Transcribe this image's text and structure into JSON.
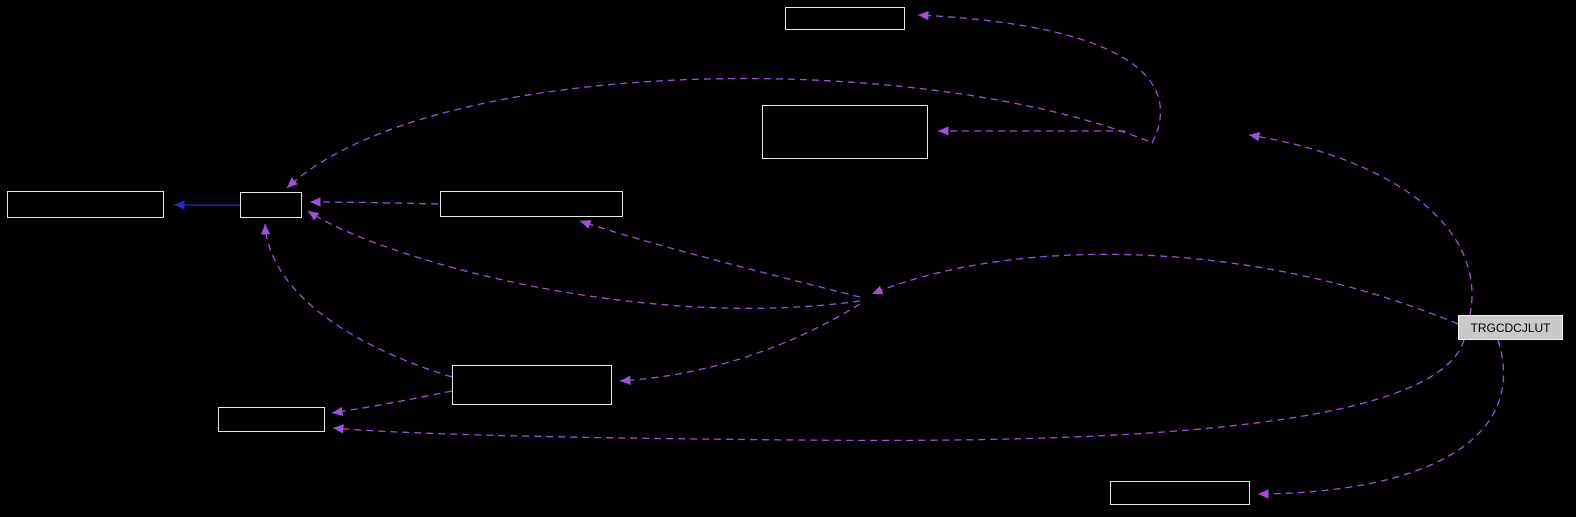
{
  "diagram": {
    "type": "dependency-graph",
    "main_node": {
      "id": "main",
      "label": "TRGCDCJLUT"
    },
    "nodes": [
      {
        "id": "node-top",
        "label": ""
      },
      {
        "id": "node-upper-mid",
        "label": ""
      },
      {
        "id": "node-far-left",
        "label": ""
      },
      {
        "id": "node-small-left",
        "label": ""
      },
      {
        "id": "node-mid-left",
        "label": ""
      },
      {
        "id": "node-lower-mid",
        "label": ""
      },
      {
        "id": "node-lower-left",
        "label": ""
      },
      {
        "id": "node-bottom-right",
        "label": ""
      }
    ],
    "edges": [
      {
        "from": "hub-right",
        "to": "node-top",
        "style": "dashed"
      },
      {
        "from": "hub-right",
        "to": "node-upper-mid",
        "style": "dashed"
      },
      {
        "from": "hub-right",
        "to": "node-small-left",
        "style": "dashed"
      },
      {
        "from": "node-mid-left",
        "to": "node-small-left",
        "style": "dashed"
      },
      {
        "from": "hub-center",
        "to": "node-small-left",
        "style": "dashed"
      },
      {
        "from": "node-lower-mid",
        "to": "node-small-left",
        "style": "dashed"
      },
      {
        "from": "node-small-left",
        "to": "node-far-left",
        "style": "solid"
      },
      {
        "from": "hub-center",
        "to": "node-mid-left",
        "style": "dashed"
      },
      {
        "from": "main",
        "to": "hub-center",
        "style": "dashed"
      },
      {
        "from": "hub-center",
        "to": "node-lower-mid",
        "style": "dashed"
      },
      {
        "from": "node-lower-mid",
        "to": "node-lower-left",
        "style": "dashed"
      },
      {
        "from": "main",
        "to": "node-lower-left",
        "style": "dashed"
      },
      {
        "from": "main",
        "to": "node-bottom-right",
        "style": "dashed"
      },
      {
        "from": "main",
        "to": "hub-right",
        "style": "dashed"
      }
    ],
    "colors": {
      "background": "#000000",
      "node_border": "#e8e8e8",
      "node_fill": "#000000",
      "main_node_fill": "#c9c9c9",
      "main_node_text": "#000000",
      "edge_dashed": "#a04de0",
      "edge_solid": "#2a2ac8"
    }
  }
}
